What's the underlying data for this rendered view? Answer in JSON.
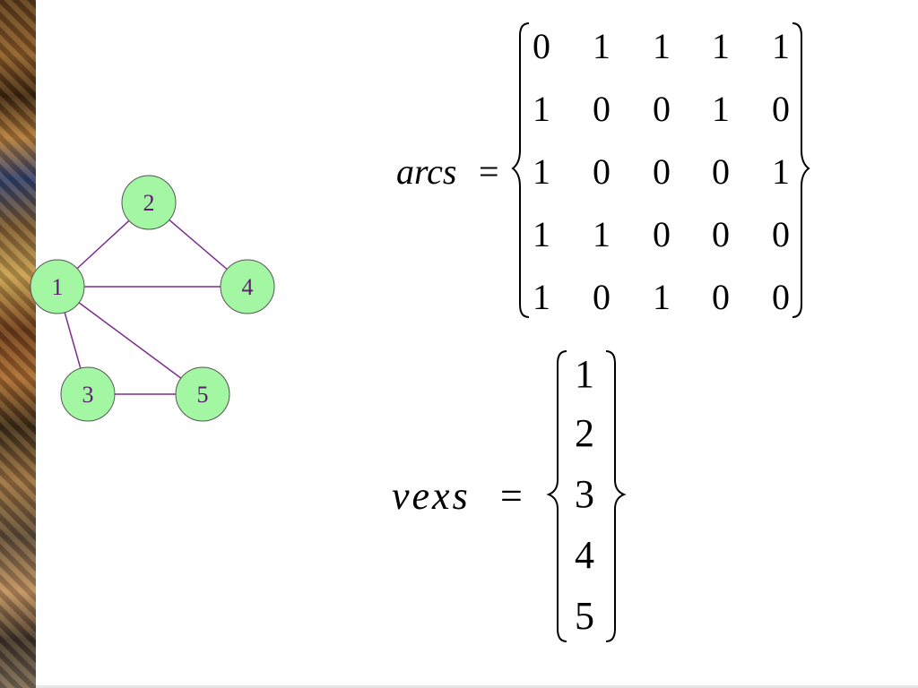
{
  "graph": {
    "nodes": [
      {
        "id": "1",
        "label": "1"
      },
      {
        "id": "2",
        "label": "2"
      },
      {
        "id": "3",
        "label": "3"
      },
      {
        "id": "4",
        "label": "4"
      },
      {
        "id": "5",
        "label": "5"
      }
    ],
    "edges": [
      [
        "1",
        "2"
      ],
      [
        "2",
        "4"
      ],
      [
        "1",
        "4"
      ],
      [
        "1",
        "3"
      ],
      [
        "1",
        "5"
      ],
      [
        "3",
        "5"
      ]
    ],
    "colors": {
      "node_fill": "#a3f7a3",
      "node_stroke": "#555555",
      "edge": "#7b2d8b",
      "label": "#5b1d6e"
    }
  },
  "arcs": {
    "name": "arcs",
    "eq": "=",
    "matrix": [
      [
        "0",
        "1",
        "1",
        "1",
        "1"
      ],
      [
        "1",
        "0",
        "0",
        "1",
        "0"
      ],
      [
        "1",
        "0",
        "0",
        "0",
        "1"
      ],
      [
        "1",
        "1",
        "0",
        "0",
        "0"
      ],
      [
        "1",
        "0",
        "1",
        "0",
        "0"
      ]
    ]
  },
  "vexs": {
    "name": "vexs",
    "eq": "=",
    "values": [
      "1",
      "2",
      "3",
      "4",
      "5"
    ]
  }
}
